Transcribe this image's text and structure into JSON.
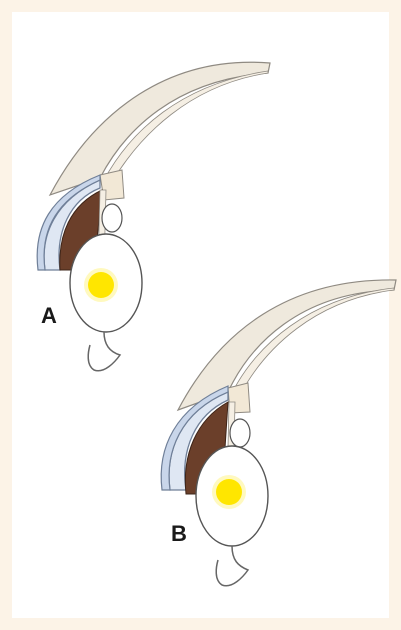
{
  "figures": [
    {
      "id": "A",
      "label": "A"
    },
    {
      "id": "B",
      "label": "B"
    }
  ],
  "colors": {
    "background_border": "#fcf3e7",
    "panel": "#ffffff",
    "flap_fill": "#efe9dd",
    "flap_stroke": "#8f8a82",
    "root_fill": "#f2e8d6",
    "lens_fill": "#dfe7f3",
    "lens_stroke": "#6f7f98",
    "muscle_fill": "#6b3f2a",
    "globe_fill": "#ffffff",
    "globe_stroke": "#555555",
    "pupil_fill": "#ffe600",
    "hook_stroke": "#666666"
  }
}
